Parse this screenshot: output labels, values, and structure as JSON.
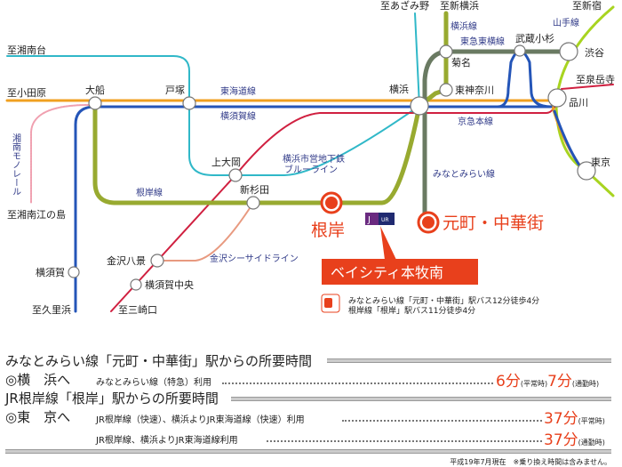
{
  "stations": {
    "ofuna": "大船",
    "totsuka": "戸塚",
    "yokohama": "横浜",
    "kikuna": "菊名",
    "higashikanagawa": "東神奈川",
    "musashikosugi": "武蔵小杉",
    "shibuya": "渋谷",
    "shinagawa": "品川",
    "tokyo": "東京",
    "kamiooka": "上大岡",
    "shinsugita": "新杉田",
    "negishi": "根岸",
    "motomachi": "元町・中華街",
    "kanazawahakkei": "金沢八景",
    "yokosukachuo": "横須賀中央",
    "yokosuka": "横須賀"
  },
  "destinations": {
    "shonandai": "至湘南台",
    "odawara": "至小田原",
    "enoshima": "至湘南江の島",
    "kurihama": "至久里浜",
    "misakiguchi": "至三崎口",
    "azamino": "至あざみ野",
    "shinyokohama": "至新横浜",
    "shinjuku": "至新宿",
    "sengakuji": "至泉岳寺"
  },
  "lines": {
    "tokaido": "東海道線",
    "yokosuka": "横須賀線",
    "negishi": "根岸線",
    "blueline1": "横浜市営地下鉄",
    "blueline2": "ブルーライン",
    "monorail": "湘南モノレール",
    "seaside": "金沢シーサイドライン",
    "yokohamaline": "横浜線",
    "toyoko": "東急東横線",
    "keikyu": "京急本線",
    "minatomirai": "みなとみらい線",
    "yamanote": "山手線"
  },
  "property": {
    "name": "ベイシティ本牧南",
    "logo": "UR",
    "access1": "みなとみらい線「元町・中華街」駅バス12分徒歩4分",
    "access2": "根岸線「根岸」駅バス11分徒歩4分"
  },
  "times": {
    "h1": "みなとみらい線「元町・中華街」駅からの所要時間",
    "r1_dest": "◎横　浜へ",
    "r1_route": "みなとみらい線（特急）利用",
    "r1_t1": "6分",
    "r1_n1": "(平常時)",
    "r1_t2": "7分",
    "r1_n2": "(通勤時)",
    "h2": "JR根岸線「根岸」駅からの所要時間",
    "r2_dest": "◎東　京へ",
    "r2_route": "JR根岸線（快速）、横浜よりJR東海道線（快速）利用",
    "r2_t": "37分",
    "r2_n": "(平常時)",
    "r3_route": "JR根岸線、横浜よりJR東海道線利用",
    "r3_t": "37分",
    "r3_n": "(通勤時)",
    "note": "平成19年7月現在　※乗り換え時間は含みません。"
  }
}
